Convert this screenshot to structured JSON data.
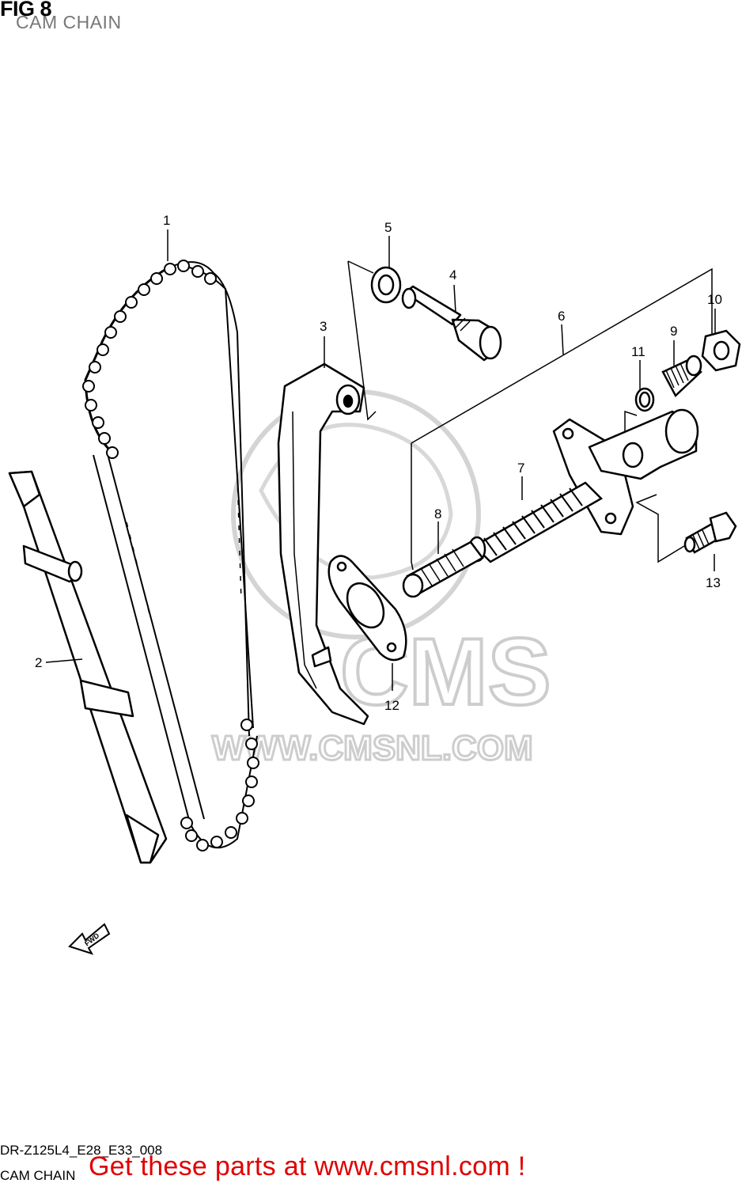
{
  "header": {
    "fig_label": "FIG 8",
    "subtitle": "CAM CHAIN"
  },
  "callouts": [
    {
      "id": "1",
      "text": "1"
    },
    {
      "id": "2",
      "text": "2"
    },
    {
      "id": "3",
      "text": "3"
    },
    {
      "id": "4",
      "text": "4"
    },
    {
      "id": "5",
      "text": "5"
    },
    {
      "id": "6",
      "text": "6"
    },
    {
      "id": "7",
      "text": "7"
    },
    {
      "id": "8",
      "text": "8"
    },
    {
      "id": "9",
      "text": "9"
    },
    {
      "id": "10",
      "text": "10"
    },
    {
      "id": "11",
      "text": "11"
    },
    {
      "id": "12",
      "text": "12"
    },
    {
      "id": "13",
      "text": "13"
    }
  ],
  "direction_arrow": {
    "text": "FWD"
  },
  "watermark": {
    "brand": "CMS",
    "url": "WWW.CMSNL.COM"
  },
  "footer": {
    "diagram_code": "DR-Z125L4_E28_E33_008",
    "caption": "CAM CHAIN",
    "call_to_action": "Get these parts at www.cmsnl.com !"
  },
  "colors": {
    "line": "#000000",
    "watermark": "#c8c8c8",
    "cta": "#e00000"
  }
}
